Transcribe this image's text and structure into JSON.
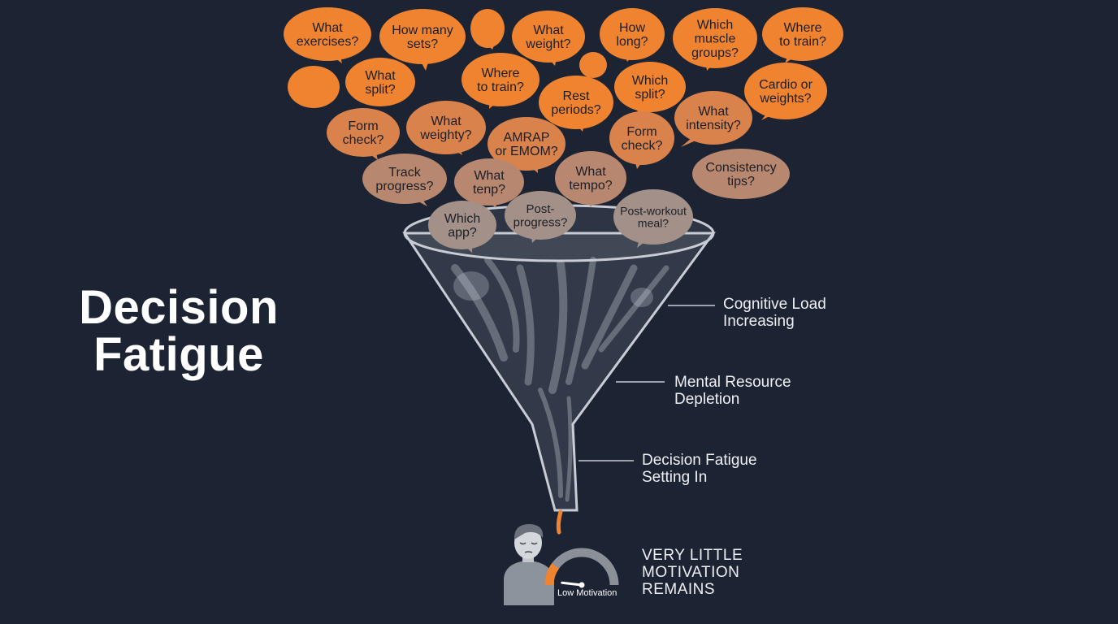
{
  "title_lines": [
    "Decision",
    "Fatigue"
  ],
  "colors": {
    "background": "#1c2333",
    "bubble_bright": "#f08330",
    "bubble_mid": "#d9824b",
    "bubble_soft": "#b8876f",
    "bubble_muted": "#a39189",
    "funnel_stroke": "#c9ccd4",
    "label_text": "#eef0f4"
  },
  "bubbles": [
    {
      "lines": [
        "What",
        "exercises?"
      ],
      "tone": "bright"
    },
    {
      "lines": [
        "How many",
        "sets?"
      ],
      "tone": "bright"
    },
    {
      "lines": [],
      "tone": "bright"
    },
    {
      "lines": [
        "What",
        "weight?"
      ],
      "tone": "bright"
    },
    {
      "lines": [
        "How",
        "long?"
      ],
      "tone": "bright"
    },
    {
      "lines": [
        "Which",
        "muscle",
        "groups?"
      ],
      "tone": "bright"
    },
    {
      "lines": [
        "Where",
        "to train?"
      ],
      "tone": "bright"
    },
    {
      "lines": [],
      "tone": "bright"
    },
    {
      "lines": [
        "What",
        "split?"
      ],
      "tone": "bright"
    },
    {
      "lines": [
        "Where",
        "to train?"
      ],
      "tone": "bright"
    },
    {
      "lines": [
        "Rest",
        "periods?"
      ],
      "tone": "bright"
    },
    {
      "lines": [],
      "tone": "bright"
    },
    {
      "lines": [
        "Which",
        "split?"
      ],
      "tone": "bright"
    },
    {
      "lines": [
        "Cardio or",
        "weights?"
      ],
      "tone": "bright"
    },
    {
      "lines": [
        "Form",
        "check?"
      ],
      "tone": "mid"
    },
    {
      "lines": [
        "What",
        "weighty?"
      ],
      "tone": "mid"
    },
    {
      "lines": [
        "AMRAP",
        "or EMOM?"
      ],
      "tone": "mid"
    },
    {
      "lines": [
        "Form",
        "check?"
      ],
      "tone": "mid"
    },
    {
      "lines": [
        "What",
        "intensity?"
      ],
      "tone": "mid"
    },
    {
      "lines": [
        "Track",
        "progress?"
      ],
      "tone": "soft"
    },
    {
      "lines": [
        "What",
        "tenp?"
      ],
      "tone": "soft"
    },
    {
      "lines": [
        "What",
        "tempo?"
      ],
      "tone": "soft"
    },
    {
      "lines": [
        "Consistency",
        "tips?"
      ],
      "tone": "soft"
    },
    {
      "lines": [
        "Which",
        "app?"
      ],
      "tone": "muted"
    },
    {
      "lines": [
        "Post-",
        "progress?"
      ],
      "tone": "muted"
    },
    {
      "lines": [
        "Post-workout",
        "meal?"
      ],
      "tone": "muted"
    }
  ],
  "stage_labels": [
    {
      "lines": [
        "Cognitive Load",
        "Increasing"
      ]
    },
    {
      "lines": [
        "Mental Resource",
        "Depletion"
      ]
    },
    {
      "lines": [
        "Decision Fatigue",
        "Setting In"
      ]
    }
  ],
  "bottom_label_lines": [
    "VERY LITTLE",
    "MOTIVATION",
    "REMAINS"
  ],
  "gauge": {
    "caption": "Low Motivation",
    "level": 0.2
  },
  "icons": {
    "person": "tired-person-icon",
    "gauge": "motivation-gauge-icon"
  }
}
